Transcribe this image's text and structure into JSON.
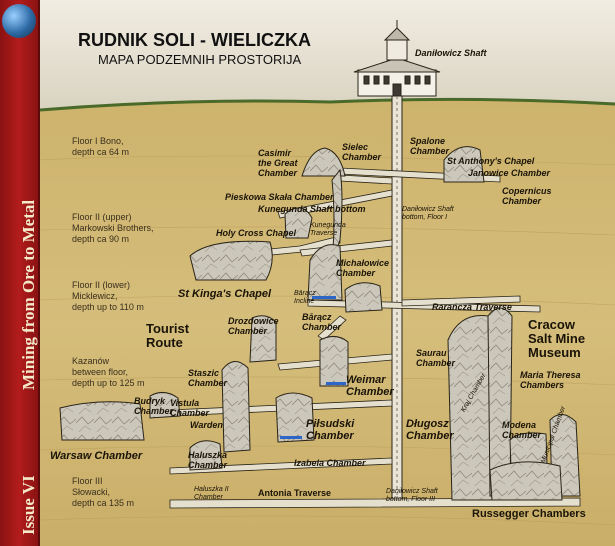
{
  "sidebar": {
    "issue": "Issue VI",
    "subtitle": "Mining from Ore to Metal"
  },
  "header": {
    "title": "RUDNIK SOLI - WIELICZKA",
    "subtitle": "MAPA PODZEMNIH PROSTORIJA"
  },
  "floors": [
    {
      "name": "Floor I Bono,",
      "detail": "depth ca 64 m"
    },
    {
      "name": "Floor II (upper)",
      "detail": "Markowski Brothers,",
      "extra": "depth ca 90 m"
    },
    {
      "name": "Floor II (lower)",
      "detail": "Micklewicz,",
      "extra": "depth up to 110 m"
    },
    {
      "name": "Kazanów",
      "detail": "between floor,",
      "extra": "depth up to 125 m"
    },
    {
      "name": "Floor III",
      "detail": "Słowacki,",
      "extra": "depth ca 135 m"
    }
  ],
  "labels": {
    "danilowicz_shaft": "Daniłowicz Shaft",
    "casimir": "Casimir the Great Chamber",
    "casimir_1": "Casimir",
    "casimir_2": "the Great",
    "casimir_3": "Chamber",
    "sielec_1": "Sielec",
    "sielec_2": "Chamber",
    "spalone_1": "Spalone",
    "spalone_2": "Chamber",
    "st_anthony": "St Anthony's Chapel",
    "janowice": "Janowice Chamber",
    "copernicus_1": "Copernicus",
    "copernicus_2": "Chamber",
    "pieskowa": "Pieskowa Skała Chamber",
    "kunegunda_bottom": "Kunegunda Shaft bottom",
    "danilowicz_bottom_1": "Daniłowicz Shaft",
    "danilowicz_bottom_2": "bottom, Floor I",
    "holy_cross": "Holy Cross Chapel",
    "kunegunda_traverse_1": "Kunegunda",
    "kunegunda_traverse_2": "Traverse",
    "michalowice_1": "Michałowice",
    "michalowice_2": "Chamber",
    "st_kinga": "St Kinga's Chapel",
    "baracz_incline_1": "Bārącz",
    "baracz_incline_2": "Incline",
    "baracz_chamber_1": "Bārącz",
    "baracz_chamber_2": "Chamber",
    "ranczka": "Rarańcza Traverse",
    "drozdowice_1": "Drozdowice",
    "drozdowice_2": "Chamber",
    "tourist_1": "Tourist",
    "tourist_2": "Route",
    "museum_1": "Cracow",
    "museum_2": "Salt Mine",
    "museum_3": "Museum",
    "saurau_1": "Saurau",
    "saurau_2": "Chamber",
    "staszic_1": "Staszic",
    "staszic_2": "Chamber",
    "weimar_1": "Weimar",
    "weimar_2": "Chamber",
    "maria_1": "Maria Theresa",
    "maria_2": "Chambers",
    "budryk_1": "Budryk",
    "budryk_2": "Chamber",
    "vistula_1": "Vistula",
    "vistula_2": "Chamber",
    "warden": "Warden",
    "pilsudski_1": "Piłsudski",
    "pilsudski_2": "Chamber",
    "dlugosz_1": "Długosz",
    "dlugosz_2": "Chamber",
    "kraj": "Kraj Chamber",
    "modena_1": "Modena",
    "modena_2": "Chamber",
    "municipal": "Municipal Chamber",
    "warsaw": "Warsaw Chamber",
    "haluszka_1": "Haluszka",
    "haluszka_2": "Chamber",
    "izabela": "Izabela Chamber",
    "haluszka2_1": "Haluszka II",
    "haluszka2_2": "Chamber",
    "antonia": "Antonia Traverse",
    "danilowicz_bottom3_1": "Daniłowicz Shaft",
    "danilowicz_bottom3_2": "bottom, Floor III",
    "russegger": "Russegger Chambers"
  },
  "colors": {
    "sky": "#e9e4d6",
    "earth": "#cfb46e",
    "sidebar": "#a51a1a",
    "chamber_fill": "#cfcbbf",
    "tunnel": "#e6e1d0",
    "outline": "#2a2418"
  }
}
